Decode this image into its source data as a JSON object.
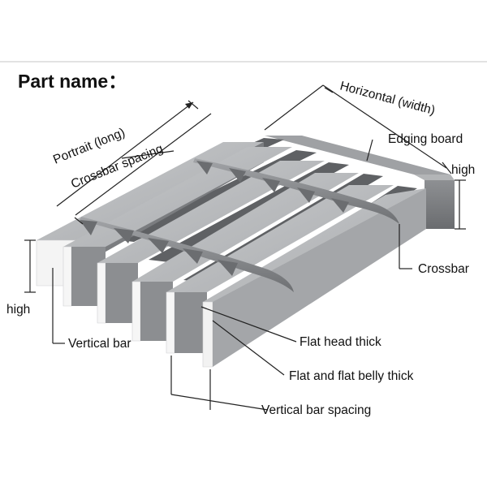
{
  "title": "Part name：",
  "labels": {
    "horizontal": "Horizontal (width)",
    "portrait": "Portrait (long)",
    "crossbar_spacing": "Crossbar spacing",
    "edging_board": "Edging board",
    "high_right": "high",
    "crossbar": "Crossbar",
    "high_left": "high",
    "vertical_bar": "Vertical bar",
    "flat_head_thick": "Flat head thick",
    "flat_belly_thick": "Flat and flat belly thick",
    "vertical_bar_spacing": "Vertical bar spacing"
  },
  "colors": {
    "top_face": "#bcbec0",
    "front_face": "#ffffff",
    "side_face": "#7d7f82",
    "edge_face": "#6f7174",
    "crossbar": "#8a8c8f",
    "lines": "#222222"
  }
}
